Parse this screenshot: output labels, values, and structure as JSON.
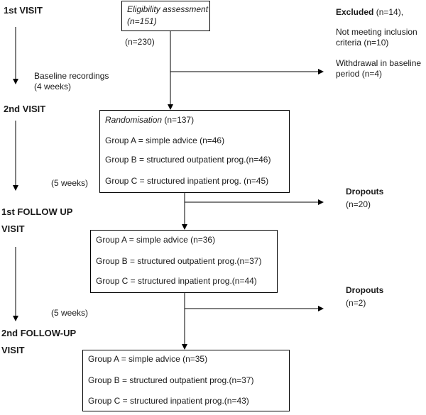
{
  "timeline": {
    "visit1": "1st VISIT",
    "baseline": "Baseline recordings (4 weeks)",
    "visit2": "2nd VISIT",
    "weeks1": "(5 weeks)",
    "followup1": "1st FOLLOW UP VISIT",
    "weeks2": "(5 weeks)",
    "followup2": "2nd FOLLOW-UP VISIT"
  },
  "eligibility": {
    "label": "Eligibility assessment",
    "n": "(n=151)",
    "note": "(n=230)"
  },
  "excluded": {
    "title": "Excluded",
    "n": "(n=14),",
    "reason1": "Not meeting inclusion criteria (n=10)",
    "reason2": "Withdrawal in baseline period (n=4)"
  },
  "randomisation": {
    "label": "Randomisation",
    "n": "(n=137)",
    "groups": [
      "Group A = simple advice (n=46)",
      "Group B = structured outpatient prog.(n=46)",
      "Group C = structured inpatient prog. (n=45)"
    ]
  },
  "dropouts1": {
    "title": "Dropouts",
    "n": "(n=20)"
  },
  "followup1_box": {
    "groups": [
      "Group A = simple advice (n=36)",
      "Group B = structured outpatient prog.(n=37)",
      "Group C = structured inpatient prog.(n=44)"
    ]
  },
  "dropouts2": {
    "title": "Dropouts",
    "n": "(n=2)"
  },
  "followup2_box": {
    "groups": [
      "Group A = simple advice (n=35)",
      "Group B = structured outpatient prog.(n=37)",
      "Group C = structured inpatient prog.(n=43)"
    ]
  }
}
